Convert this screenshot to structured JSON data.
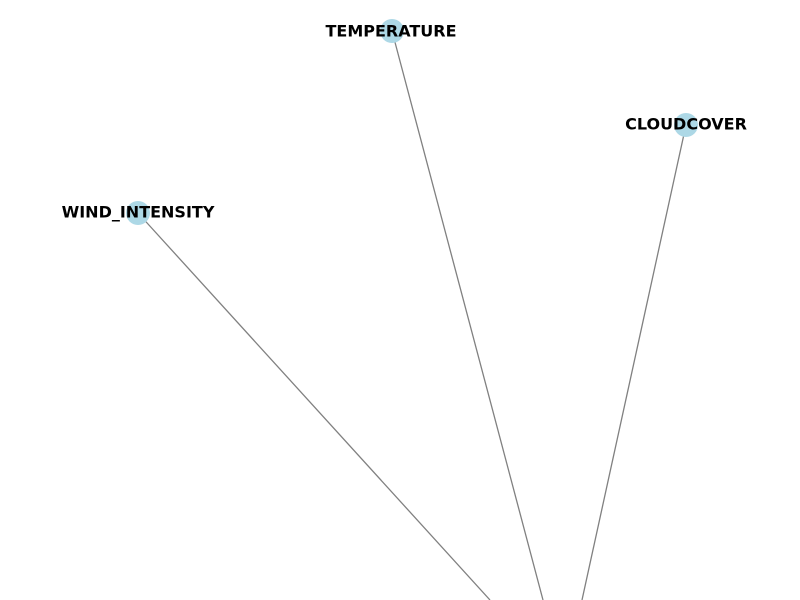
{
  "graph": {
    "node_color": "#add8e6",
    "edge_color": "#808080",
    "label_color": "#000000",
    "nodes": [
      {
        "id": "temperature",
        "label": "TEMPERATURE"
      },
      {
        "id": "cloudcover",
        "label": "CLOUDCOVER"
      },
      {
        "id": "wind_intensity",
        "label": "WIND_INTENSITY"
      }
    ],
    "edges": [
      {
        "from": "wind_intensity",
        "to": "offscreen-target"
      },
      {
        "from": "temperature",
        "to": "offscreen-target"
      },
      {
        "from": "cloudcover",
        "to": "offscreen-target"
      }
    ]
  }
}
